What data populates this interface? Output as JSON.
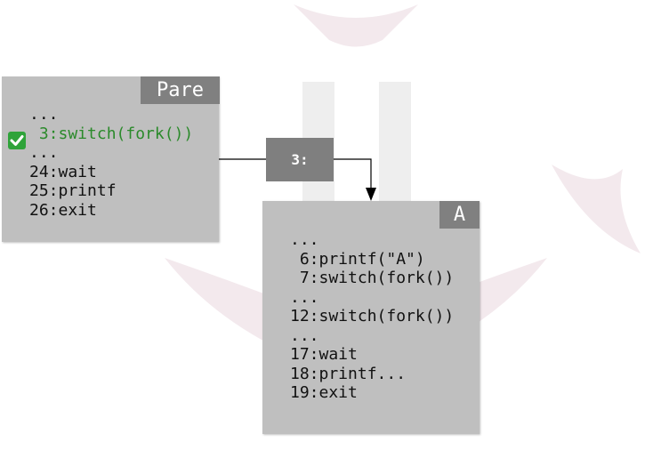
{
  "parent_box": {
    "title": "Pare",
    "lines": [
      {
        "text": "...",
        "highlight": false
      },
      {
        "text": " 3:switch(fork())",
        "highlight": true
      },
      {
        "text": "...",
        "highlight": false
      },
      {
        "text": "24:wait",
        "highlight": false
      },
      {
        "text": "25:printf",
        "highlight": false
      },
      {
        "text": "26:exit",
        "highlight": false
      }
    ]
  },
  "connector": {
    "label": "3:"
  },
  "child_box": {
    "title": "A",
    "lines": [
      {
        "text": "..."
      },
      {
        "text": " 6:printf(\"A\")"
      },
      {
        "text": " 7:switch(fork())"
      },
      {
        "text": "..."
      },
      {
        "text": "12:switch(fork())"
      },
      {
        "text": "..."
      },
      {
        "text": "17:wait"
      },
      {
        "text": "18:printf..."
      },
      {
        "text": "19:exit"
      }
    ]
  },
  "colors": {
    "box_bg": "#bfbfbf",
    "tag_bg": "#808080",
    "highlight_text": "#2b8a2b",
    "check_bg": "#2fa33a",
    "watermark": "#f1e6ea"
  },
  "icons": {
    "check": "check-icon"
  }
}
